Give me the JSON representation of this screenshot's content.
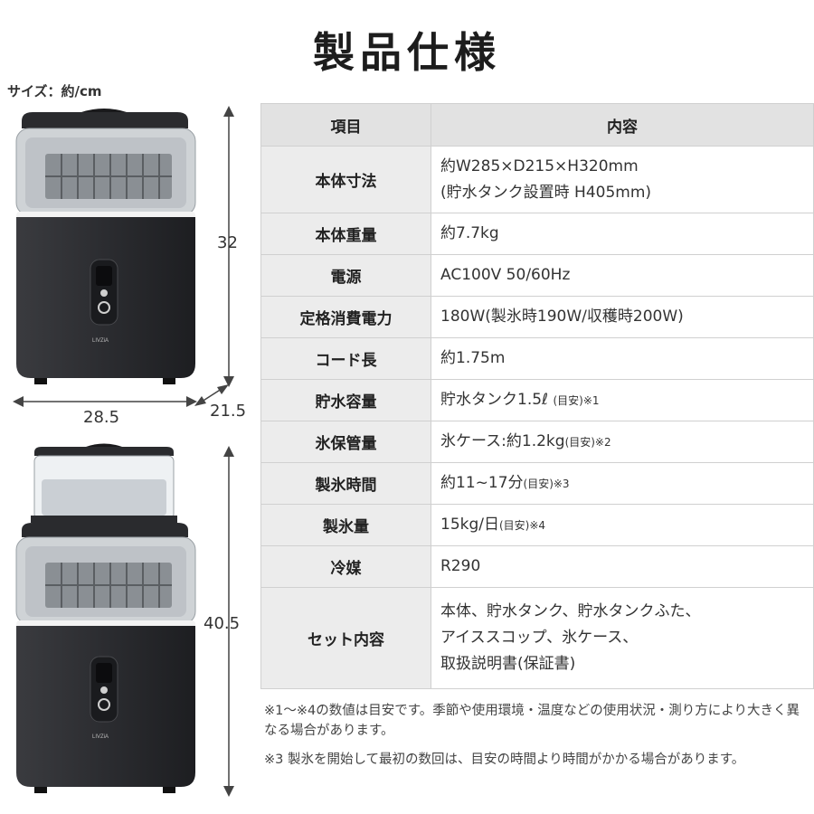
{
  "title": "製品仕様",
  "size_caption": "サイズ：約/cm",
  "dimensions": {
    "height_top": "32",
    "width": "28.5",
    "depth": "21.5",
    "height_bottom": "40.5"
  },
  "product_logo": "LIVZiA",
  "table": {
    "headers": [
      "項目",
      "内容"
    ],
    "rows": [
      {
        "key": "本体寸法",
        "lines": [
          "約W285×D215×H320mm",
          "(貯水タンク設置時 H405mm)"
        ],
        "note": ""
      },
      {
        "key": "本体重量",
        "lines": [
          "約7.7kg"
        ],
        "note": ""
      },
      {
        "key": "電源",
        "lines": [
          "AC100V 50/60Hz"
        ],
        "note": ""
      },
      {
        "key": "定格消費電力",
        "lines": [
          "180W(製氷時190W/収穫時200W)"
        ],
        "note": ""
      },
      {
        "key": "コード長",
        "lines": [
          "約1.75m"
        ],
        "note": ""
      },
      {
        "key": "貯水容量",
        "lines": [
          "貯水タンク1.5ℓ"
        ],
        "note": "(目安)※1"
      },
      {
        "key": "氷保管量",
        "lines": [
          "氷ケース:約1.2kg"
        ],
        "note": "(目安)※2"
      },
      {
        "key": "製氷時間",
        "lines": [
          "約11~17分"
        ],
        "note": "(目安)※3"
      },
      {
        "key": "製氷量",
        "lines": [
          "15kg/日"
        ],
        "note": "(目安)※4"
      },
      {
        "key": "冷媒",
        "lines": [
          "R290"
        ],
        "note": ""
      },
      {
        "key": "セット内容",
        "lines": [
          "本体、貯水タンク、貯水タンクふた、",
          "アイススコップ、氷ケース、",
          "取扱説明書(保証書)"
        ],
        "note": ""
      }
    ]
  },
  "notes": [
    "※1～※4の数値は目安です。季節や使用環境・温度などの使用状況・測り方により大きく異なる場合があります。",
    "※3 製氷を開始して最初の数回は、目安の時間より時間がかかる場合があります。"
  ]
}
